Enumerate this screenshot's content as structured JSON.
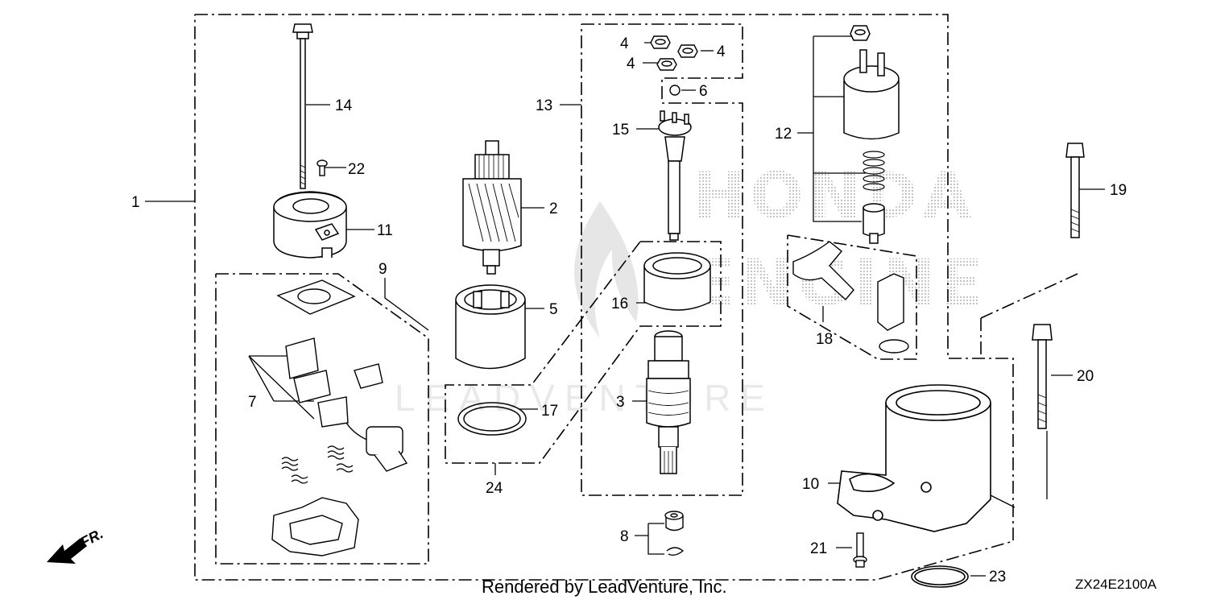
{
  "diagram": {
    "callouts": [
      "1",
      "2",
      "3",
      "4",
      "4",
      "4",
      "5",
      "6",
      "7",
      "8",
      "9",
      "10",
      "11",
      "12",
      "13",
      "14",
      "15",
      "16",
      "17",
      "18",
      "19",
      "20",
      "21",
      "22",
      "23",
      "24"
    ],
    "front_indicator": "FR.",
    "watermark_brand": "HONDA ENGINE",
    "watermark_text": "LEADVENTURE",
    "footer": "Rendered by LeadVenture, Inc.",
    "drawing_code": "ZX24E2100A"
  }
}
